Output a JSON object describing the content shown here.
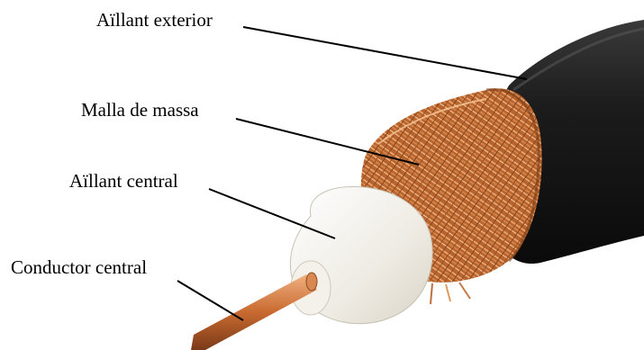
{
  "labels": {
    "outer_insulation": "Aïllant exterior",
    "shield_braid": "Malla de massa",
    "dielectric": "Aïllant central",
    "center_conductor": "Conductor central"
  },
  "colors": {
    "jacket": "#1a1a1a",
    "copper": "#c8703a",
    "copper_light": "#e8a070",
    "dielectric": "#f2f0ea",
    "leader_line": "#000000"
  }
}
